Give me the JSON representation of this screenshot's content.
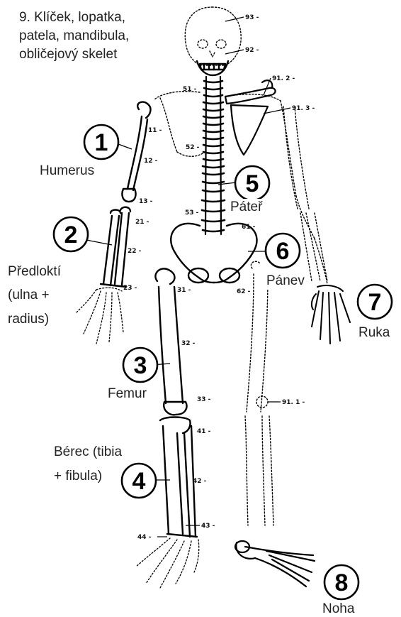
{
  "title_lines": [
    "9. Klíček, lopatka,",
    "patela, mandibula,",
    "obličejový skelet"
  ],
  "labels": {
    "humerus": "Humerus",
    "predlokti_1": "Předloktí",
    "predlokti_2": "(ulna +",
    "predlokti_3": "radius)",
    "femur": "Femur",
    "berec_1": "Bérec (tibia",
    "berec_2": "+ fibula)",
    "pater": "Páteř",
    "panev": "Pánev",
    "ruka": "Ruka",
    "noha": "Noha"
  },
  "circled_numbers": [
    "1",
    "2",
    "3",
    "4",
    "5",
    "6",
    "7",
    "8"
  ],
  "codes": {
    "c93": "93 -",
    "c92": "92 -",
    "c91_2": "91. 2 -",
    "c91_3": "91. 3 -",
    "c51": "51 -",
    "c11": "11 -",
    "c52": "52 -",
    "c12": "12 -",
    "c13": "13 -",
    "c53": "53 -",
    "c61": "61 -",
    "c21": "21 -",
    "c22": "22 -",
    "c23": "23 -",
    "c31": "31 -",
    "c62": "62 -",
    "c32": "32 -",
    "c33": "33 -",
    "c91_1": "91. 1 -",
    "c41": "41 -",
    "c42": "42 -",
    "c43": "43 -",
    "c44": "44 -"
  }
}
